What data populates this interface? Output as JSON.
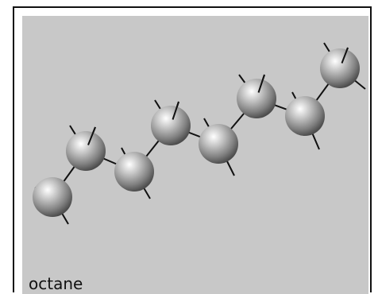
{
  "molecule": {
    "name_label": "octane",
    "atom_color": "#9a9a9a",
    "bond_color": "#111111",
    "background_color": "#c8c8c8"
  },
  "chart_data": {
    "type": "diagram",
    "atoms": [
      {
        "id": "C1",
        "element": "C"
      },
      {
        "id": "C2",
        "element": "C"
      },
      {
        "id": "C3",
        "element": "C"
      },
      {
        "id": "C4",
        "element": "C"
      },
      {
        "id": "C5",
        "element": "C"
      },
      {
        "id": "C6",
        "element": "C"
      },
      {
        "id": "C7",
        "element": "C"
      },
      {
        "id": "C8",
        "element": "C"
      }
    ],
    "bonds": [
      [
        "C1",
        "C2"
      ],
      [
        "C2",
        "C3"
      ],
      [
        "C3",
        "C4"
      ],
      [
        "C4",
        "C5"
      ],
      [
        "C5",
        "C6"
      ],
      [
        "C6",
        "C7"
      ],
      [
        "C7",
        "C8"
      ]
    ]
  }
}
